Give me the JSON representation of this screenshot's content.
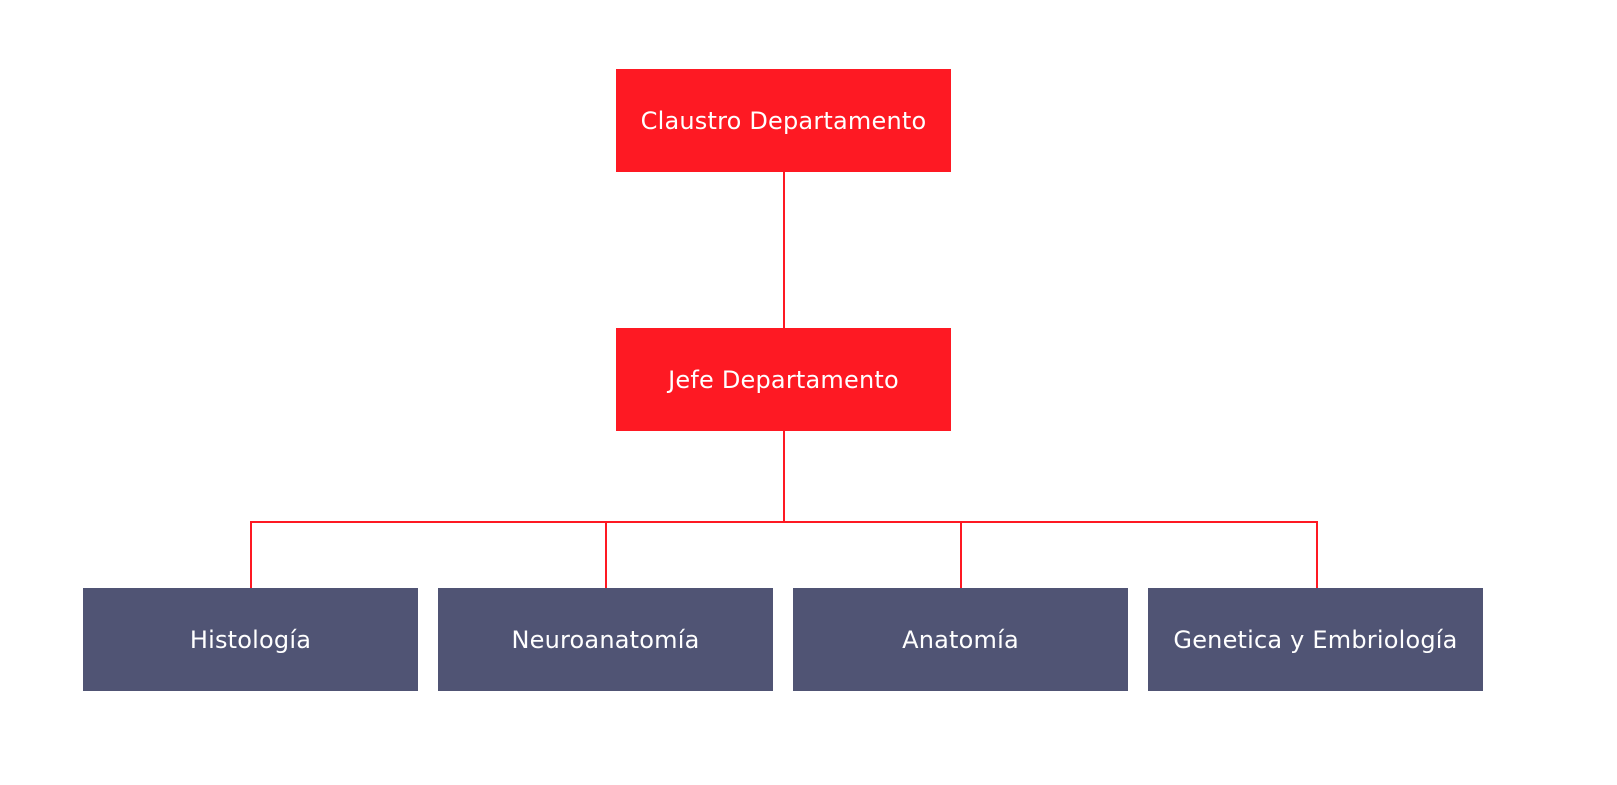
{
  "org_chart": {
    "root": {
      "label": "Claustro Departamento"
    },
    "head": {
      "label": "Jefe Departamento"
    },
    "units": [
      {
        "label": "Histología"
      },
      {
        "label": "Neuroanatomía"
      },
      {
        "label": "Anatomía"
      },
      {
        "label": "Genetica y Embriología"
      }
    ]
  },
  "colors": {
    "leadership_box": "#fe1923",
    "unit_box": "#505474",
    "connector": "#fe1923",
    "text": "#ffffff",
    "background": "#ffffff"
  }
}
